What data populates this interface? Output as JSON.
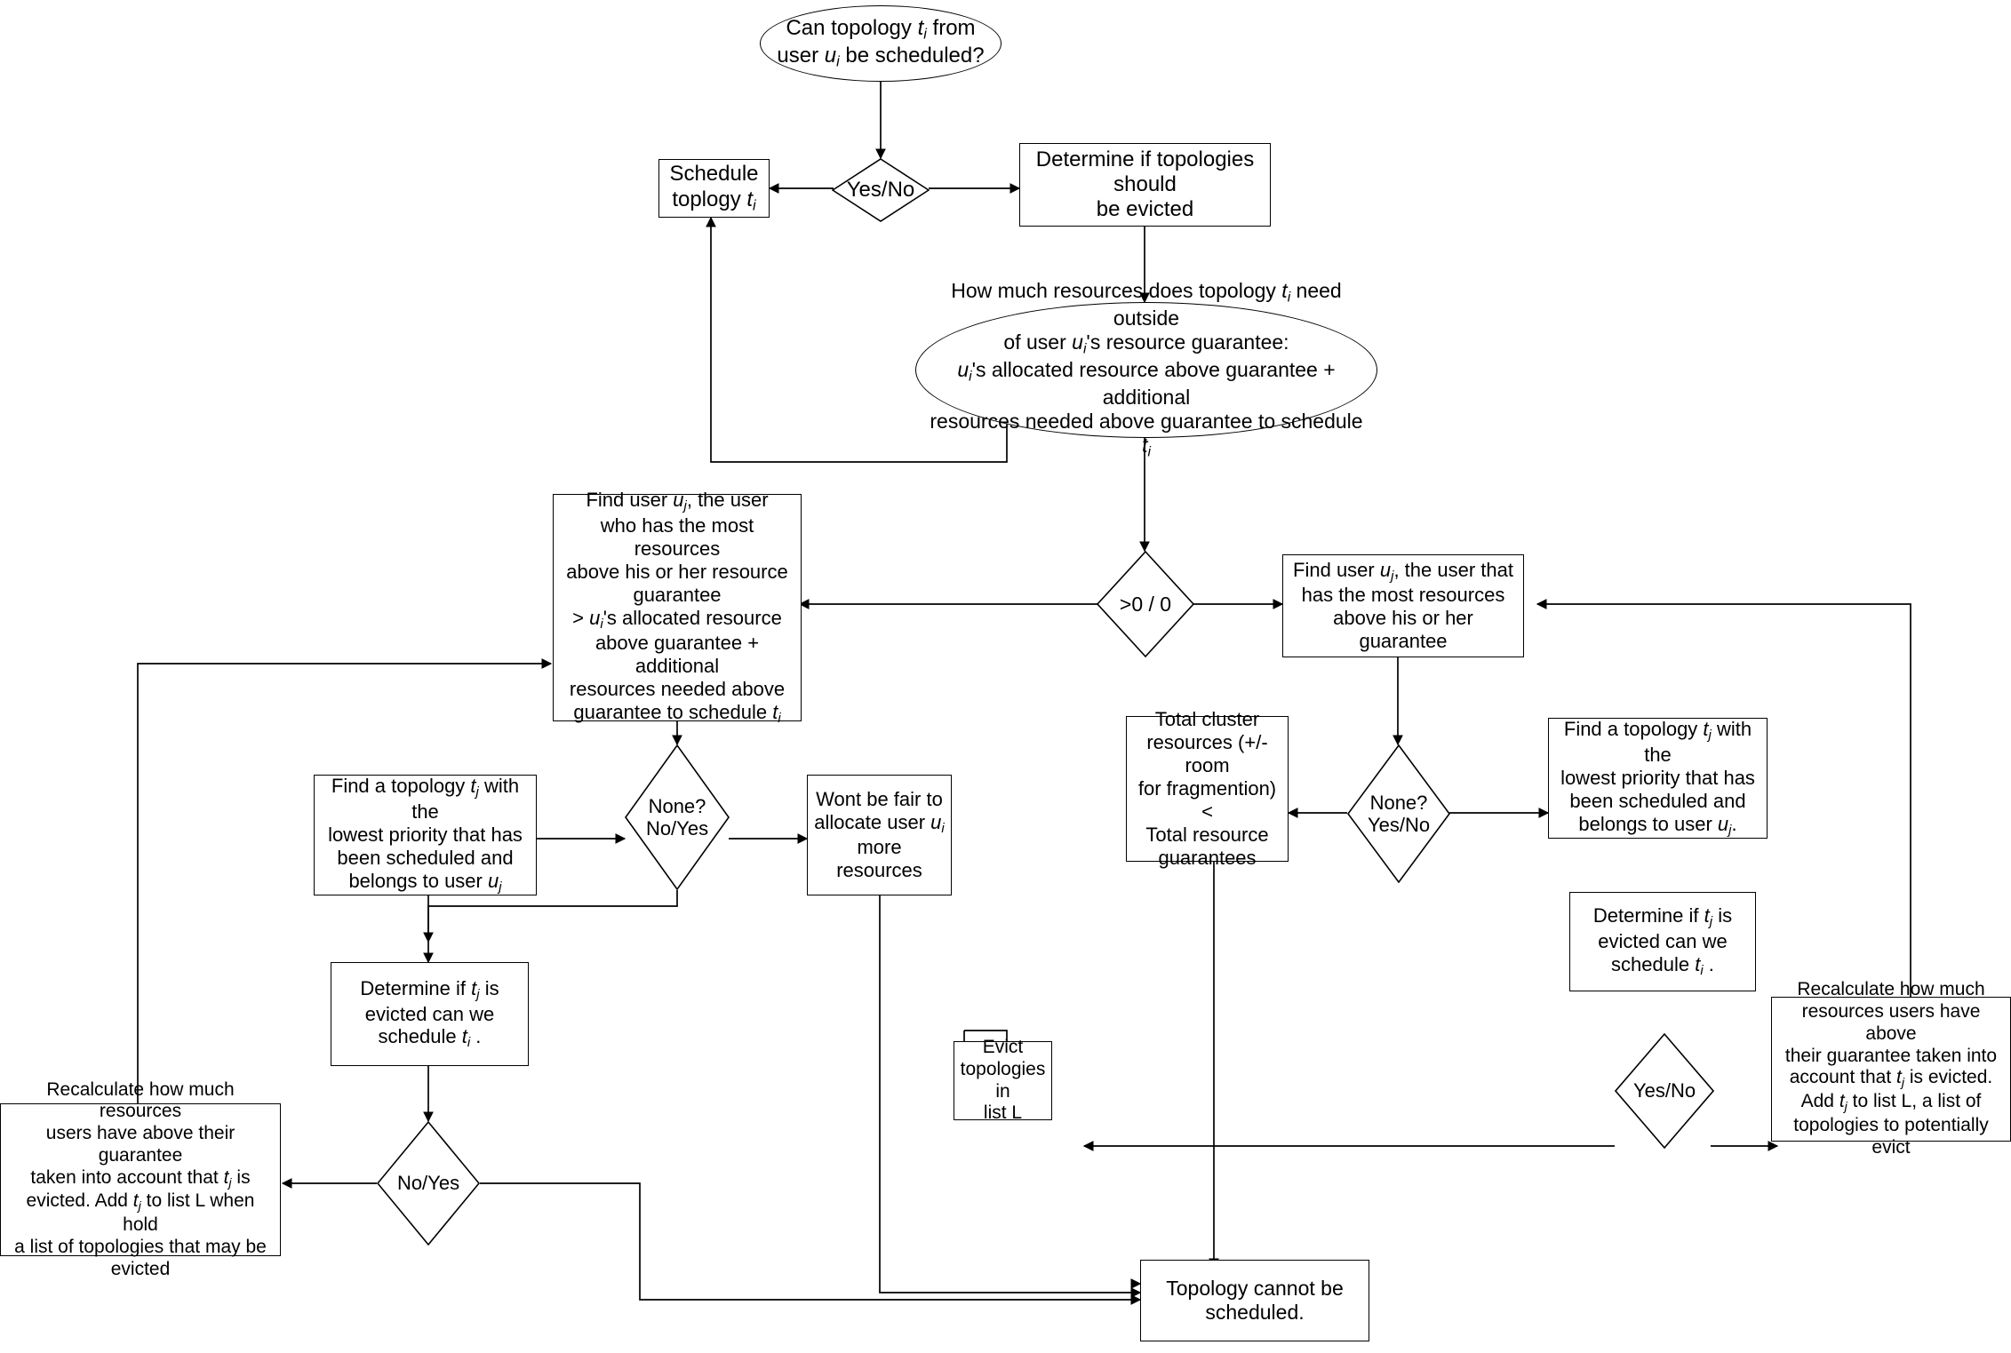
{
  "diagram": {
    "title": "Topology scheduling and eviction decision flowchart",
    "stroke_color": "#000000",
    "background_color": "#ffffff",
    "nodes": {
      "start": "Can topology t_i from\nuser u_i be scheduled?",
      "yes_no_top": "Yes/No",
      "schedule_topology": "Schedule\ntoplogy t_i",
      "determine_evicted": "Determine if topologies should\nbe evicted",
      "how_much_resources": "How much resources does topology t_i need outside\nof user u_i's resource guarantee:\nu_i's allocated resource above guarantee + additional\nresources needed above guarantee to schedule t_i",
      "gt_zero": ">0 / 0",
      "find_user_left": "Find user u_j, the user\nwho has the most  resources\nabove his or her resource\nguarantee\n> u_i's allocated resource\nabove guarantee + additional\nresources needed above\nguarantee to schedule t_i",
      "find_user_right": "Find user u_j, the user that\nhas the most resources\nabove his or her guarantee",
      "none_no_yes": "None?\nNo/Yes",
      "none_yes_no": "None?\nYes/No",
      "find_topology_left": "Find a topology t_j with the\nlowest priority that has\nbeen scheduled and\nbelongs to user u_j",
      "find_topology_right": "Find a topology t_j with the\nlowest priority that has\nbeen scheduled and\nbelongs to user u_j.",
      "wont_be_fair": "Wont be fair to\nallocate user u_i\nmore resources",
      "total_cluster": "Total cluster\nresources (+/- room\nfor fragmention) <\nTotal resource\nguarantees",
      "determine_tj_left": "Determine if t_j is\nevicted can we\nschedule t_i .",
      "determine_tj_right": "Determine if t_j is\nevicted can we\nschedule t_i .",
      "no_yes_bottom": "No/Yes",
      "yes_no_right": "Yes/No",
      "recalculate_left": "Recalculate how much resources\nusers have above their guarantee\ntaken into account that t_j is\nevicted. Add t_j to list L when hold\na list of topologies that may be\nevicted",
      "recalculate_right": "Recalculate how much\nresources users have above\ntheir guarantee taken into\naccount that t_j is evicted.\nAdd t_j to list L, a list of\ntopologies to potentially evict",
      "evict_topologies": "Evict\ntopologies in\nlist L",
      "topology_cannot": "Topology cannot be\nscheduled."
    },
    "edge_labels": []
  }
}
